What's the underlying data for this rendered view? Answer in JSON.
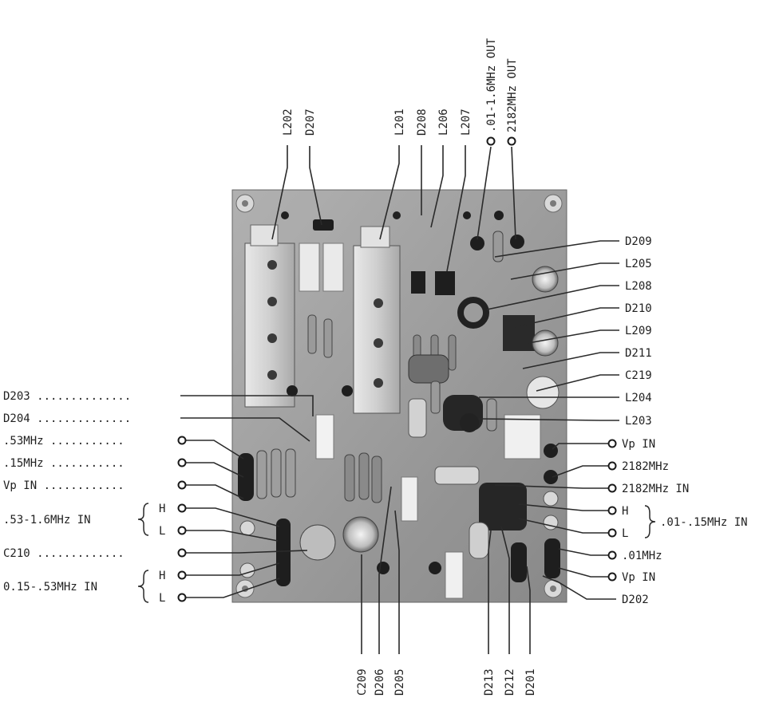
{
  "top_labels": [
    "L202",
    "D207",
    "L201",
    "D208",
    "L206",
    "L207",
    ".01-1.6MHz OUT",
    "2182MHz OUT"
  ],
  "left_labels": {
    "d203": "D203 ..............",
    "d204": "D204 ..............",
    "mhz053": ".53MHz ...........",
    "mhz015": ".15MHz ...........",
    "vp_in": "Vp IN ............",
    "c210": "C210 .............",
    "group_053_16": ".53-1.6MHz IN",
    "group_015_053": "0.15-.53MHz IN",
    "h": "H",
    "l": "L"
  },
  "right_labels": {
    "d209": "D209",
    "l205": "L205",
    "l208": "L208",
    "d210": "D210",
    "l209": "L209",
    "d211": "D211",
    "c219": "C219",
    "l204": "L204",
    "l203": "L203",
    "vp_in_1": "Vp IN",
    "mhz2182": "2182MHz",
    "mhz2182_in": "2182MHz IN",
    "h": "H",
    "l": "L",
    "group_01_015": ".01-.15MHz IN",
    "mhz001": ".01MHz",
    "vp_in_2": "Vp IN",
    "d202": "D202"
  },
  "bottom_labels": [
    "C209",
    "D206",
    "D205",
    "D213",
    "D212",
    "D201"
  ]
}
